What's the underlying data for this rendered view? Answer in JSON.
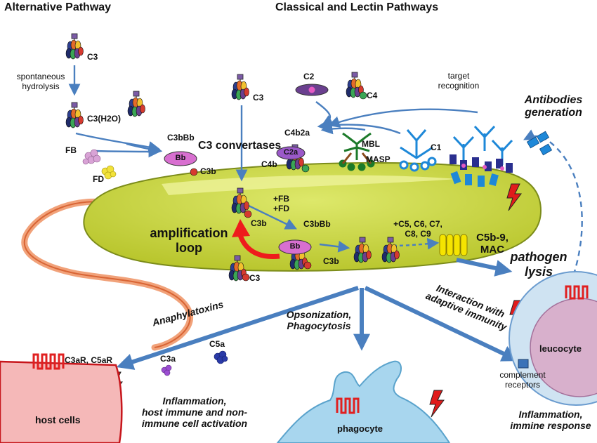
{
  "headers": {
    "alternative": "Alternative Pathway",
    "classical_lectin": "Classical and Lectin Pathways"
  },
  "molecules": {
    "c3_top": "C3",
    "spontaneous": "spontaneous\nhydrolysis",
    "c3h2o": "C3(H2O)",
    "fb": "FB",
    "fd": "FD",
    "c3bbb_label": "C3bBb",
    "bb": "Bb",
    "c3b_left": "C3b",
    "c3_mid": "C3",
    "c3_convertases": "C3 convertases",
    "c2": "C2",
    "c4": "C4",
    "c4b2a": "C4b2a",
    "c2a": "C2a",
    "c4b": "C4b",
    "mbl": "MBL",
    "masp": "MASP",
    "c1": "C1",
    "target_recognition": "target\nrecognition",
    "antibodies": "Antibodies\ngeneration"
  },
  "amplification": {
    "fb_fd": "+FB\n+FD",
    "c3b_loop": "C3b",
    "c3bbb_loop": "C3bBb",
    "bb_loop": "Bb",
    "c3b_lower": "C3b",
    "c3_bottom": "C3",
    "loop_title": "amplification\nloop",
    "terminal_components": "+C5, C6, C7,\nC8, C9",
    "mac": "C5b-9,\nMAC",
    "pathogen_lysis": "pathogen\nlysis"
  },
  "outcomes": {
    "anaphylatoxins": "Anaphylatoxins",
    "opsonization": "Opsonization,\nPhagocytosis",
    "interaction": "Interaction with\nadaptive immunity",
    "c3ar_c5ar": "C3aR, C5aR",
    "c3a": "C3a",
    "c5a": "C5a",
    "host_cells": "host cells",
    "inflammation_host": "Inflammation,\nhost immune and non-\nimmune cell activation",
    "phagocyte": "phagocyte",
    "leucocyte": "leucocyte",
    "complement_receptors": "complement\nreceptors",
    "inflammation_immune": "Inflammation,\nimmine response"
  },
  "colors": {
    "bacterium": "#c8d332",
    "bacterium_edge": "#7c8c1a",
    "arrow": "#4a7fbf",
    "amplification_arrow": "#ee1c1c",
    "bb_fill": "#d86fd0",
    "c2a_fill": "#9b59c9",
    "receptor": "#e02020",
    "host_cell": "#f5b8b8",
    "phagocyte": "#a8d6ee",
    "leucocyte": "#d8b0cc",
    "mac": "#f5e400",
    "antibody": "#1e88d8",
    "antibody_dark": "#2a2f8f"
  }
}
